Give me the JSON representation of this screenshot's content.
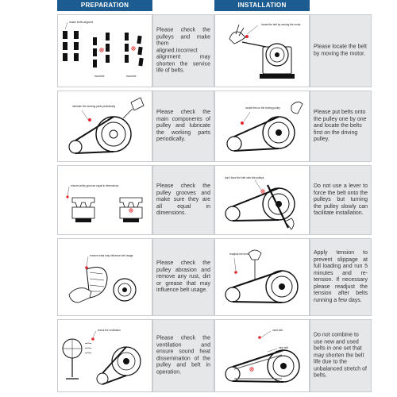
{
  "headers": {
    "preparation": "PREPARATION",
    "installation": "INSTALLATION"
  },
  "rows": [
    {
      "prep_labels": [
        "make belts aligned",
        "Incorrect",
        "Incorrect"
      ],
      "prep_text": "Please check the pulleys and make them aligned.Incorrect alignment may shorten the service life of belts.",
      "inst_labels": [
        "locate the belt by moving the motor."
      ],
      "inst_text": "Please locate the belt by moving the motor."
    },
    {
      "prep_labels": [
        "lubricate the working parts periodically"
      ],
      "prep_text": "Please check the main components of pulley and lubricate the working parts periodically.",
      "inst_labels": [
        "locate first on the driving pulley"
      ],
      "inst_text": "Please put belts onto the pulley one by one and locate the belts first on the driving pulley."
    },
    {
      "prep_labels": [
        "ensure pulley grooves equal in dimensions"
      ],
      "prep_text": "Please check the pulley grooves and make sure they are all equal in dimensions.",
      "inst_labels": [
        "don't force the belt onto the pulleys"
      ],
      "inst_text": "Do not use a lever to force the belt onto the pulleys but turning the pulley slowly can facilitate installation."
    },
    {
      "prep_labels": [
        "remove what may influence belt usage."
      ],
      "prep_text": "Please check the pulley abrasion and remove any rust, dirt or grease that may influence belt usage.",
      "inst_labels": [
        "readjust the tension"
      ],
      "inst_text": "Apply tension to prevent slippage at full loading and run 5 minutes and re-tension. If necessary please readjust the tension after belts running a few days."
    },
    {
      "prep_labels": [
        "check the ventilation"
      ],
      "prep_text": "Please check the ventilation and ensure sound heat dissemination of the pulley and belt in operation.",
      "inst_labels": [
        "used belt",
        "new belt"
      ],
      "inst_text": "Do not combine to use new and used belts in one set that may shorten the belt life due to the unbalanced stretch of belts."
    }
  ],
  "colors": {
    "header_blue": "#1d5c91",
    "text_cell_gray": "#e6e7e8",
    "marker_red": "#e3262b"
  }
}
